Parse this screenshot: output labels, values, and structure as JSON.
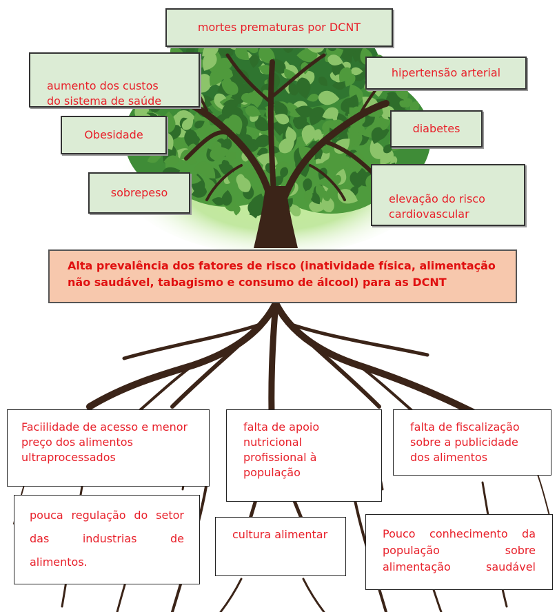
{
  "colors": {
    "leaves_dark": "#2e6d2a",
    "leaves_mid": "#4f9a3c",
    "leaves_light": "#8cc46a",
    "glow": "#b6ea87",
    "trunk": "#3b2418",
    "text_red": "#e8202a",
    "consequence_box_fill": "#dcecd5",
    "core_box_fill": "#f7c8ad"
  },
  "consequences": {
    "mortes": "mortes prematuras por DCNT",
    "custos": "aumento dos custos\ndo sistema de saúde",
    "hipertensao": "hipertensão arterial",
    "obesidade": "Obesidade",
    "diabetes": "diabetes",
    "sobrepeso": "sobrepeso",
    "cardio": "elevação do risco\ncardiovascular"
  },
  "core_problem": "Alta prevalência dos fatores de risco (inatividade física, alimentação não saudável, tabagismo e consumo de álcool) para as DCNT",
  "causes": {
    "acesso": "Faciilidade de acesso e menor preço dos alimentos ultraprocessados",
    "apoio": "falta de apoio nutricional profissional à população",
    "fiscalizacao": "falta de fiscalização sobre a publicidade dos alimentos",
    "regulacao": "pouca regulação do setor das industrias de alimentos.",
    "cultura": "cultura alimentar",
    "conhecimento": "Pouco conhecimento da população sobre alimentação saudável"
  }
}
